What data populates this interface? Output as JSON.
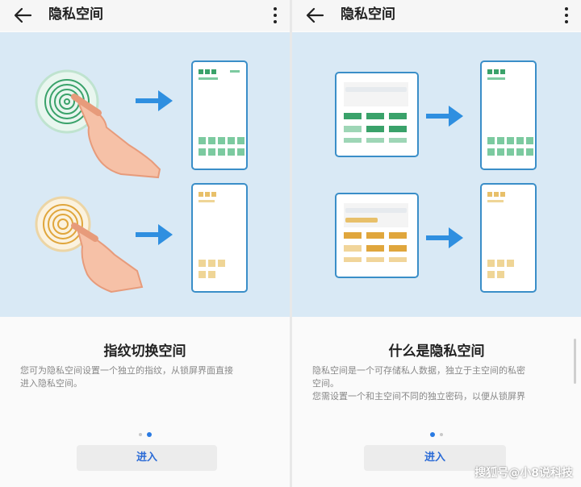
{
  "colors": {
    "illustration_bg": "#d9e9f5",
    "accent": "#2a7ae2",
    "green": "#3aa26a",
    "gold": "#e0a63c"
  },
  "panels": [
    {
      "appbar": {
        "title": "隐私空间",
        "back_icon": "arrow-left-icon",
        "more_icon": "more-vertical-icon"
      },
      "heading": "指纹切换空间",
      "description": [
        "您可为隐私空间设置一个独立的指纹，从锁屏界面直接",
        "进入隐私空间。"
      ],
      "pagination": {
        "count": 2,
        "active": 2
      },
      "button_label": "进入"
    },
    {
      "appbar": {
        "title": "隐私空间",
        "back_icon": "arrow-left-icon",
        "more_icon": "more-vertical-icon"
      },
      "heading": "什么是隐私空间",
      "description": [
        "隐私空间是一个可存储私人数据，独立于主空间的私密",
        "空间。",
        "您需设置一个和主空间不同的独立密码，以便从锁屏界"
      ],
      "pagination": {
        "count": 2,
        "active": 1
      },
      "button_label": "进入"
    }
  ],
  "watermark": "搜狐号@小8说科技"
}
